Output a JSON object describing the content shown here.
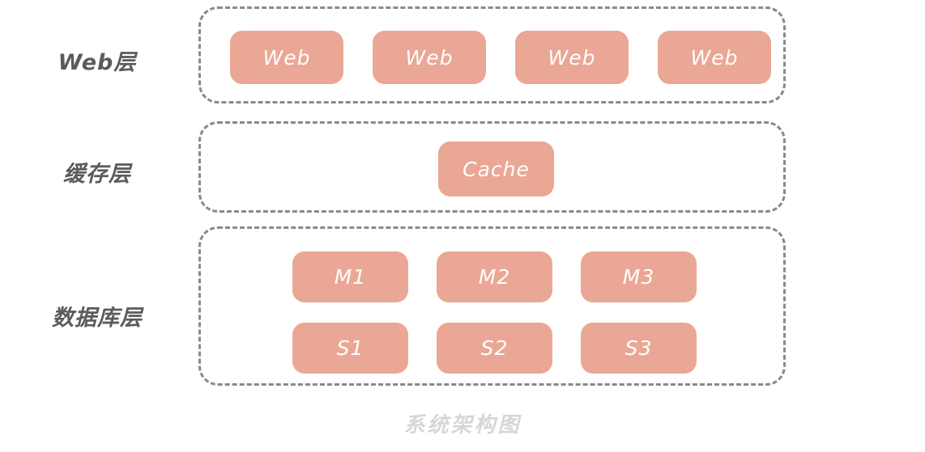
{
  "caption": "系统架构图",
  "palette": {
    "node_fill": "#eaa795",
    "node_text": "#ffffff",
    "group_border": "#8a8a8a",
    "label_text": "#5b5b5b",
    "caption_text": "#d6d6d6",
    "background": "#ffffff"
  },
  "layers": [
    {
      "id": "web",
      "label": "Web层",
      "nodes": [
        {
          "label": "Web"
        },
        {
          "label": "Web"
        },
        {
          "label": "Web"
        },
        {
          "label": "Web"
        }
      ]
    },
    {
      "id": "cache",
      "label": "缓存层",
      "nodes": [
        {
          "label": "Cache"
        }
      ]
    },
    {
      "id": "database",
      "label": "数据库层",
      "nodes": [
        {
          "label": "M1"
        },
        {
          "label": "M2"
        },
        {
          "label": "M3"
        },
        {
          "label": "S1"
        },
        {
          "label": "S2"
        },
        {
          "label": "S3"
        }
      ]
    }
  ]
}
